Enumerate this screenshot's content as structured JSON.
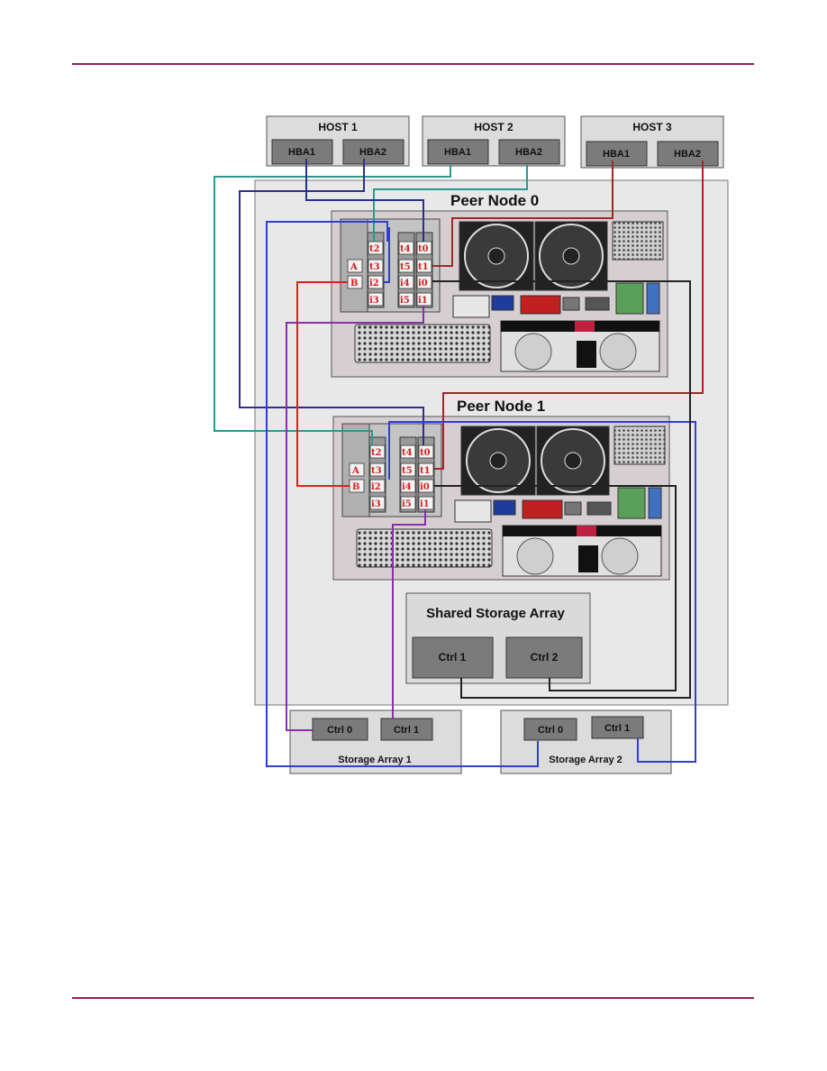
{
  "diagram": {
    "hosts": [
      {
        "name": "HOST 1",
        "hba": [
          "HBA1",
          "HBA2"
        ]
      },
      {
        "name": "HOST 2",
        "hba": [
          "HBA1",
          "HBA2"
        ]
      },
      {
        "name": "HOST 3",
        "hba": [
          "HBA1",
          "HBA2"
        ]
      }
    ],
    "nodes": [
      "Peer Node 0",
      "Peer Node 1"
    ],
    "ports": {
      "slot_letters": [
        "A",
        "B"
      ],
      "col1": [
        "t2",
        "t3",
        "i2",
        "i3"
      ],
      "col2": [
        "t4",
        "t5",
        "i4",
        "i5"
      ],
      "col3": [
        "t0",
        "t1",
        "i0",
        "i1"
      ]
    },
    "shared_storage": {
      "title": "Shared Storage Array",
      "controllers": [
        "Ctrl 1",
        "Ctrl 2"
      ]
    },
    "storage_arrays": [
      {
        "name": "Storage Array 1",
        "controllers": [
          "Ctrl 0",
          "Ctrl 1"
        ]
      },
      {
        "name": "Storage Array 2",
        "controllers": [
          "Ctrl 0",
          "Ctrl 1"
        ]
      }
    ],
    "cable_colors": {
      "teal": "#2a9a8e",
      "navy": "#2b2f8f",
      "blue": "#2f3fd6",
      "red": "#e02020",
      "darkred": "#a02828",
      "purple": "#8a2fa8",
      "black": "#222222"
    }
  }
}
